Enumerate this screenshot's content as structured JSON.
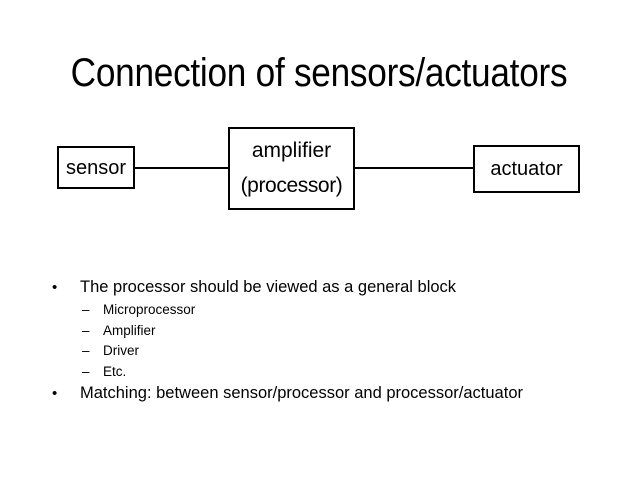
{
  "slide": {
    "title": "Connection of sensors/actuators",
    "background_color": "#ffffff",
    "text_color": "#000000"
  },
  "diagram": {
    "line_color": "#000000",
    "blocks": [
      {
        "id": "sensor",
        "label": "sensor"
      },
      {
        "id": "amplifier",
        "label_line1": "amplifier",
        "label_line2": "(processor)"
      },
      {
        "id": "actuator",
        "label": "actuator"
      }
    ],
    "connectors": [
      {
        "id": "sensor-to-amplifier"
      },
      {
        "id": "amplifier-to-actuator"
      }
    ]
  },
  "bullets": [
    {
      "level": 1,
      "marker": "•",
      "text": "The processor should be viewed as a general block"
    },
    {
      "level": 2,
      "marker": "–",
      "text": "Microprocessor"
    },
    {
      "level": 2,
      "marker": "–",
      "text": "Amplifier"
    },
    {
      "level": 2,
      "marker": "–",
      "text": "Driver"
    },
    {
      "level": 2,
      "marker": "–",
      "text": "Etc."
    },
    {
      "level": 1,
      "marker": "•",
      "text": "Matching: between sensor/processor and processor/actuator"
    }
  ]
}
